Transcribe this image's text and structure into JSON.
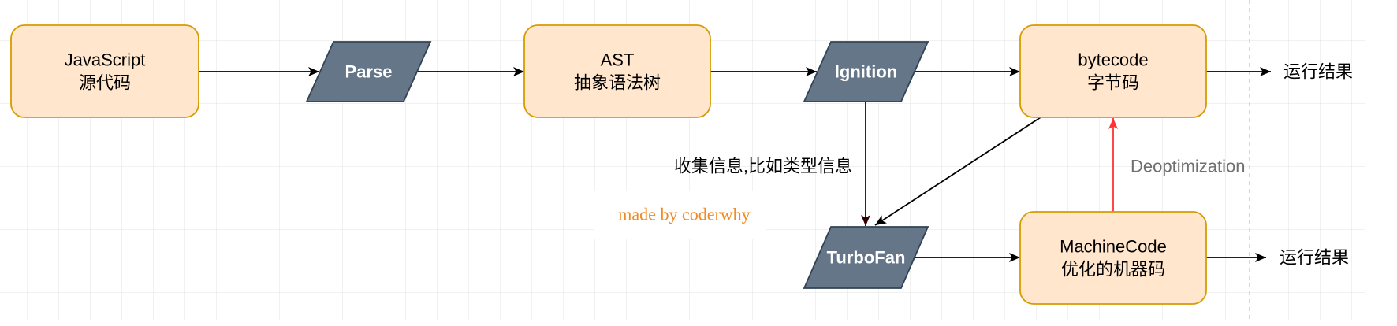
{
  "diagram": {
    "nodes": {
      "javascript_source": {
        "title": "JavaScript",
        "subtitle": "源代码"
      },
      "parse": {
        "label": "Parse"
      },
      "ast": {
        "title": "AST",
        "subtitle": "抽象语法树"
      },
      "ignition": {
        "label": "Ignition"
      },
      "bytecode": {
        "title": "bytecode",
        "subtitle": "字节码"
      },
      "turbofan": {
        "label": "TurboFan"
      },
      "machine_code": {
        "title": "MachineCode",
        "subtitle": "优化的机器码"
      }
    },
    "edge_labels": {
      "bytecode_output": "运行结果",
      "machine_code_output": "运行结果",
      "ignition_to_turbofan": "收集信息,比如类型信息",
      "machine_code_to_bytecode": "Deoptimization"
    },
    "watermark": "made by coderwhy"
  },
  "colors": {
    "process_box_fill": "#ffe6cc",
    "process_box_border": "#d79b00",
    "io_shape_fill": "#647687",
    "io_shape_border": "#314354",
    "feedback_arrow": "#330000",
    "deopt_arrow": "#ff3333",
    "deopt_label": "#6f6f6f",
    "watermark_text": "#f08a24",
    "grid_line": "#e3e3e3",
    "divider": "#c8c8c8"
  }
}
